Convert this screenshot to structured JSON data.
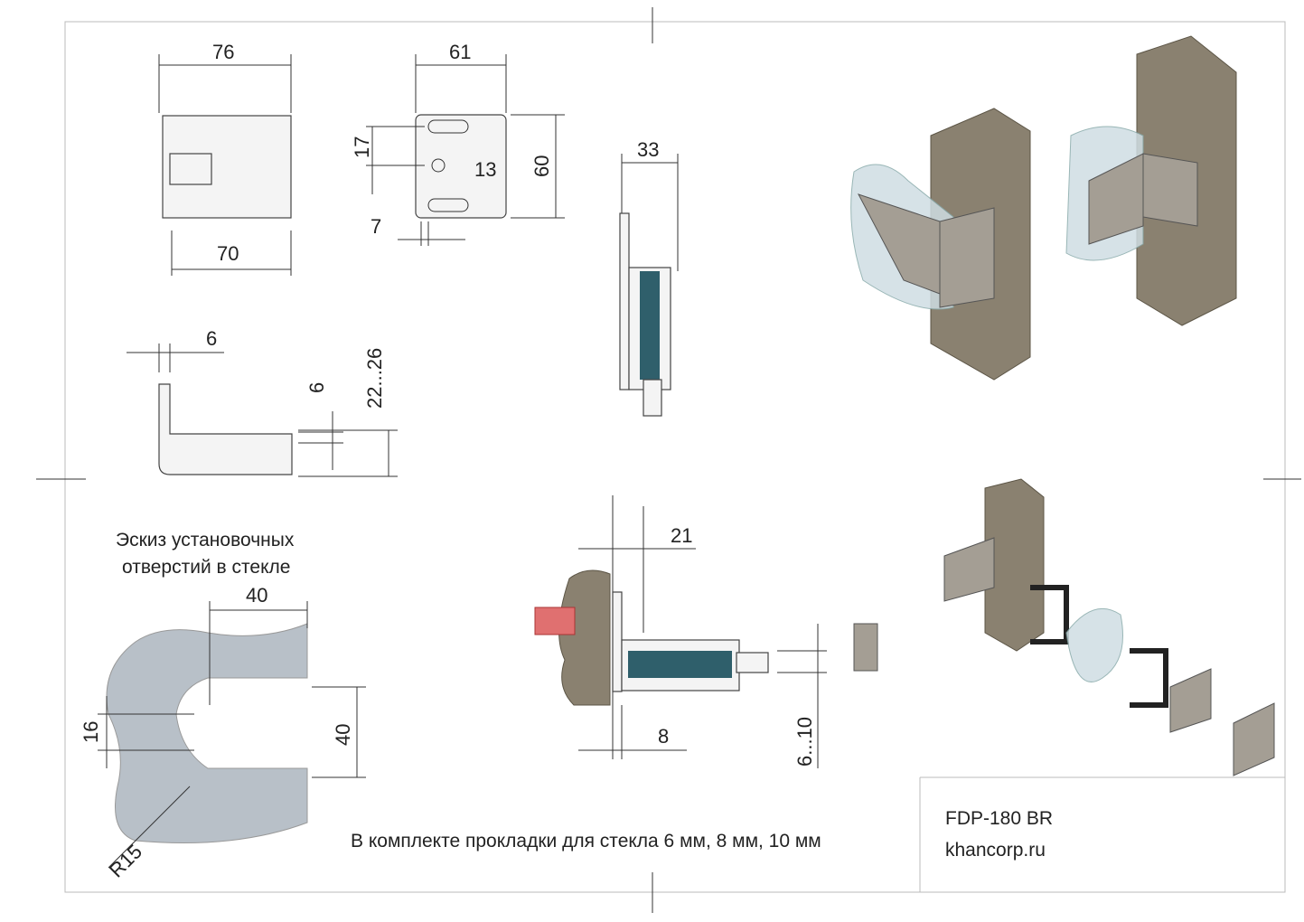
{
  "dims": {
    "front_width_top": "76",
    "front_width_bottom": "70",
    "plate_width": "61",
    "slot_spacing": "17",
    "hole_offset": "13",
    "plate_height": "60",
    "edge_offset": "7",
    "side_depth": "33",
    "side_thickness": "6",
    "gap": "6",
    "range_height": "22...26",
    "section_depth": "21",
    "wall_offset": "8",
    "glass_range": "6...10",
    "cut_width": "40",
    "cut_height": "40",
    "cut_offset": "16",
    "radius": "R15"
  },
  "sketch_caption": {
    "line1": "Эскиз установочных",
    "line2": "отверстий в стекле"
  },
  "kit_note": "В комплекте прокладки для стекла 6 мм, 8 мм, 10 мм",
  "title_block": {
    "model": "FDP-180 BR",
    "site": "khancorp.ru"
  }
}
